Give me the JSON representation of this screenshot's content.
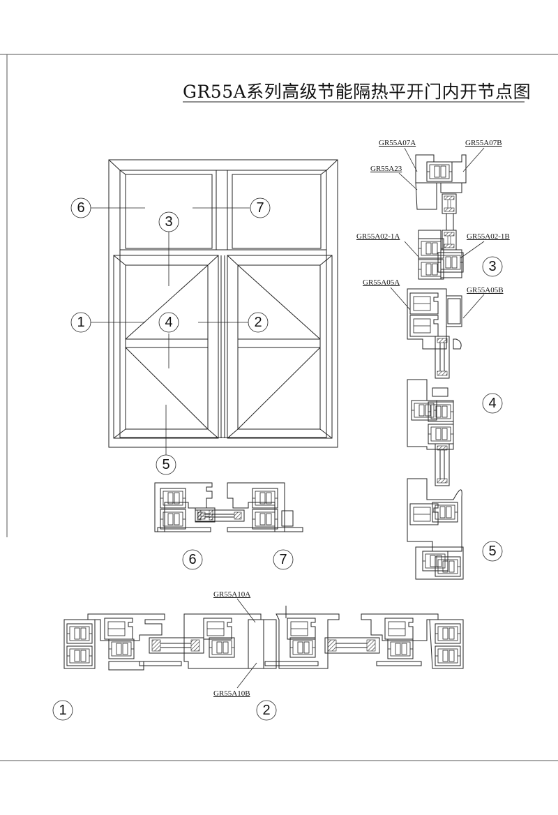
{
  "title": "GR55A系列高级节能隔热平开门内开节点图",
  "part_labels": {
    "a07a": "GR55A07A",
    "a07b": "GR55A07B",
    "a23": "GR55A23",
    "a02_1a": "GR55A02-1A",
    "a02_1b": "GR55A02-1B",
    "a05a": "GR55A05A",
    "a05b": "GR55A05B",
    "a10a": "GR55A10A",
    "a10b": "GR55A10B"
  },
  "callouts": {
    "c1": "1",
    "c2": "2",
    "c3": "3",
    "c4": "4",
    "c5": "5",
    "c6": "6",
    "c7": "7"
  }
}
